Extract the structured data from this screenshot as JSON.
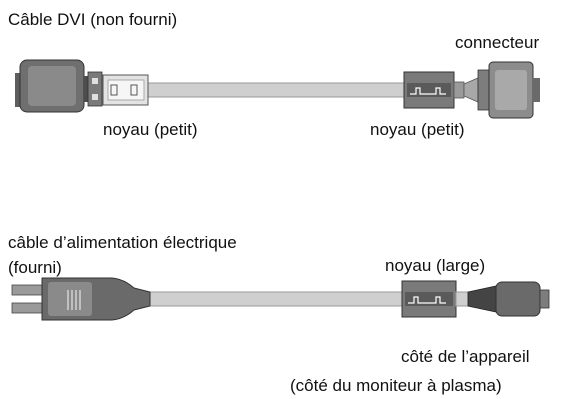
{
  "dvi": {
    "title": "Câble DVI (non fourni)",
    "connector_label": "connecteur",
    "core_left_label": "noyau (petit)",
    "core_right_label": "noyau (petit)"
  },
  "power": {
    "title_line1": "câble d’alimentation électrique",
    "title_line2": "(fourni)",
    "core_label": "noyau (large)",
    "device_side_line1": "côté de l’appareil",
    "device_side_line2": "(côté du moniteur à plasma)"
  },
  "colors": {
    "cable": "#cfcfcf",
    "part_dark": "#7a7a7a",
    "part_mid": "#a8a8a8",
    "part_light": "#e6e6e6",
    "outline": "#333333"
  }
}
